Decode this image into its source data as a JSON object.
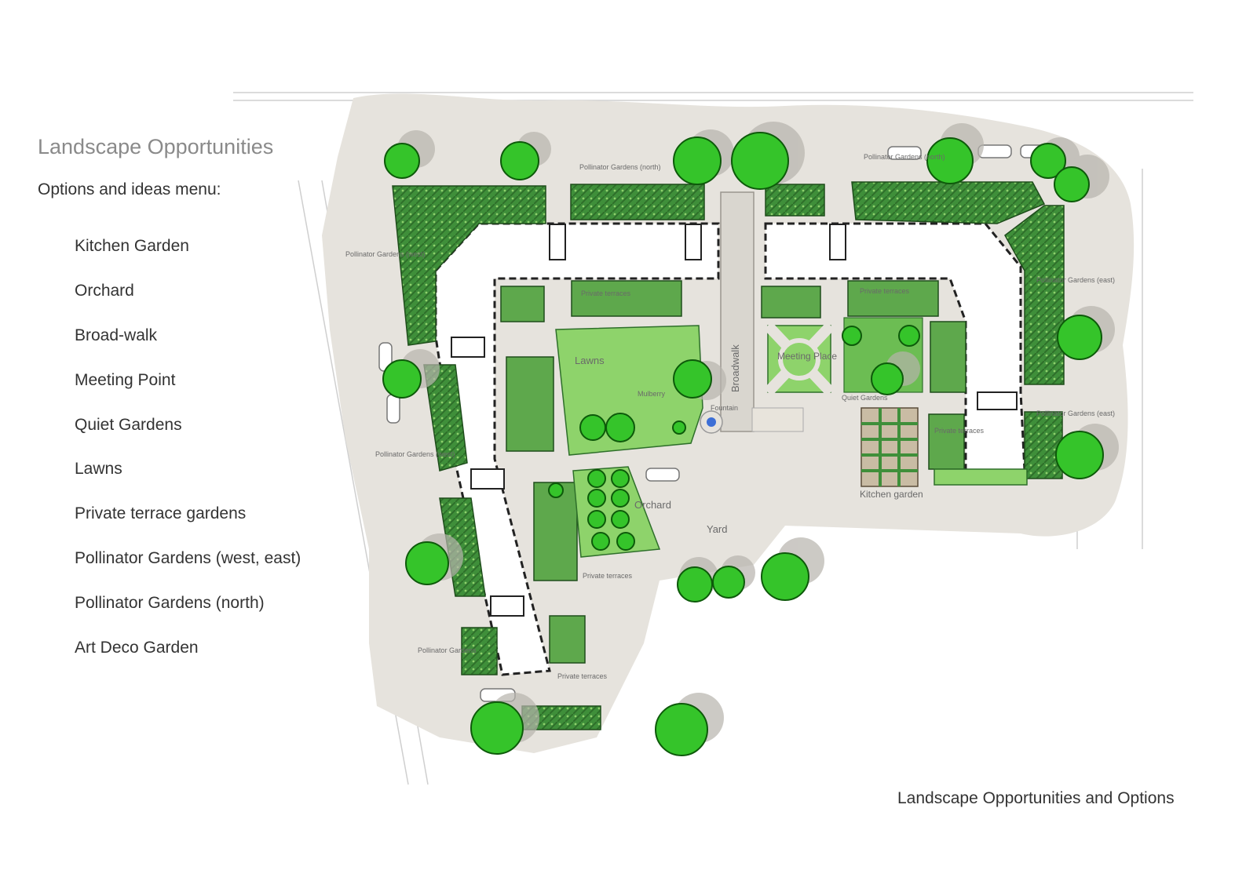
{
  "page": {
    "title": "Landscape Opportunities",
    "subtitle": "Options and ideas menu:",
    "caption": "Landscape Opportunities and Options"
  },
  "menu": {
    "items": [
      {
        "label": "Kitchen Garden"
      },
      {
        "label": "Orchard"
      },
      {
        "label": "Broad-walk"
      },
      {
        "label": "Meeting Point"
      },
      {
        "label": "Quiet Gardens"
      },
      {
        "label": "Lawns"
      },
      {
        "label": "Private terrace gardens"
      },
      {
        "label": "Pollinator Gardens (west, east)"
      },
      {
        "label": "Pollinator Gardens (north)"
      },
      {
        "label": "Art Deco Garden"
      }
    ]
  },
  "plan_labels": {
    "pollinator_north_1": "Pollinator Gardens (north)",
    "pollinator_north_2": "Pollinator Gardens (north)",
    "pollinator_west_1": "Pollinator Gardens (west)",
    "pollinator_west_2": "Pollinator Gardens (west)",
    "pollinator_east_1": "Pollinator Gardens (east)",
    "pollinator_east_2": "Pollinator Gardens (east)",
    "pollinator_sw": "Pollinator Gardens",
    "private_terraces_1": "Private terraces",
    "private_terraces_2": "Private terraces",
    "private_terraces_3": "Private terraces",
    "private_terraces_4": "Private terraces",
    "private_terraces_5": "Private terraces",
    "lawns": "Lawns",
    "mulberry": "Mulberry",
    "broadwalk": "Broadwalk",
    "fountain": "Fountain",
    "meeting_place": "Meeting Place",
    "quiet_gardens": "Quiet Gardens",
    "kitchen_garden": "Kitchen garden",
    "orchard": "Orchard",
    "yard": "Yard"
  },
  "colors": {
    "tree": "#35c42a",
    "planting": "#3f8f3a",
    "lawn": "#8ed36b",
    "ground": "#e6e3dd",
    "building": "#ffffff"
  }
}
